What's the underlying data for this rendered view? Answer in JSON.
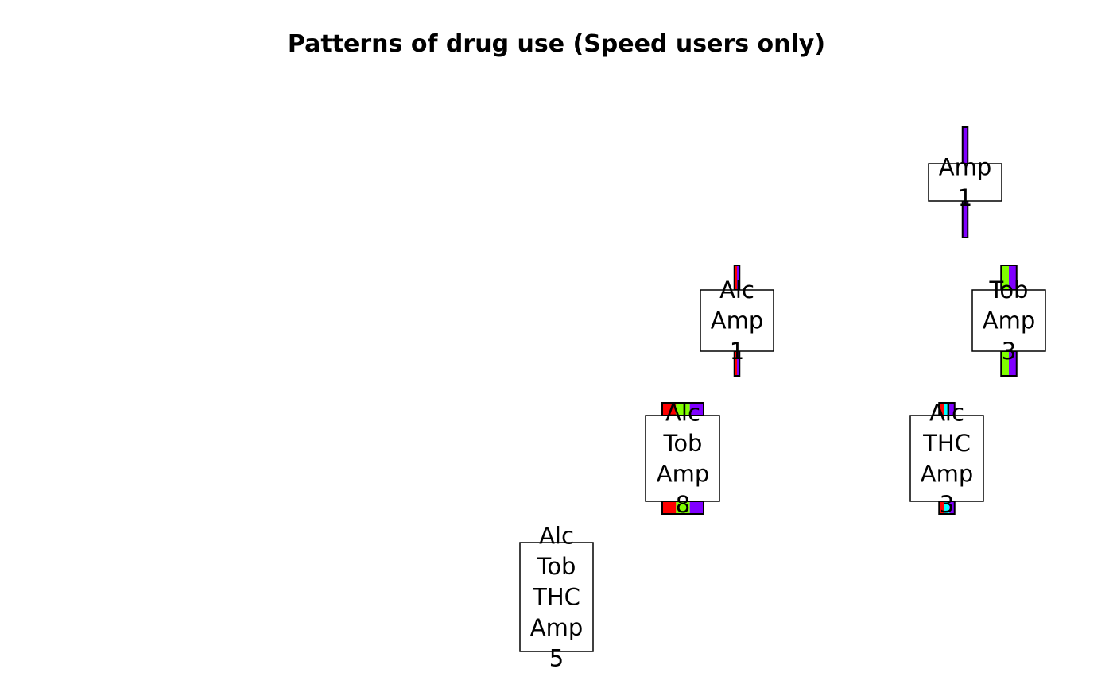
{
  "title": "Patterns of drug use (Speed users only)",
  "set_colors": {
    "Alc": "#FF0000",
    "Tob": "#80FF00",
    "THC": "#00FFFF",
    "Amp": "#8000FF"
  },
  "nodes": [
    {
      "sets": [
        "Amp"
      ],
      "count": 1,
      "show_bars": true
    },
    {
      "sets": [
        "Alc",
        "Amp"
      ],
      "count": 1,
      "show_bars": true
    },
    {
      "sets": [
        "Tob",
        "Amp"
      ],
      "count": 3,
      "show_bars": true
    },
    {
      "sets": [
        "Alc",
        "Tob",
        "Amp"
      ],
      "count": 8,
      "show_bars": true
    },
    {
      "sets": [
        "Alc",
        "THC",
        "Amp"
      ],
      "count": 3,
      "show_bars": true
    },
    {
      "sets": [
        "Alc",
        "Tob",
        "THC",
        "Amp"
      ],
      "count": 5,
      "show_bars": false
    }
  ]
}
